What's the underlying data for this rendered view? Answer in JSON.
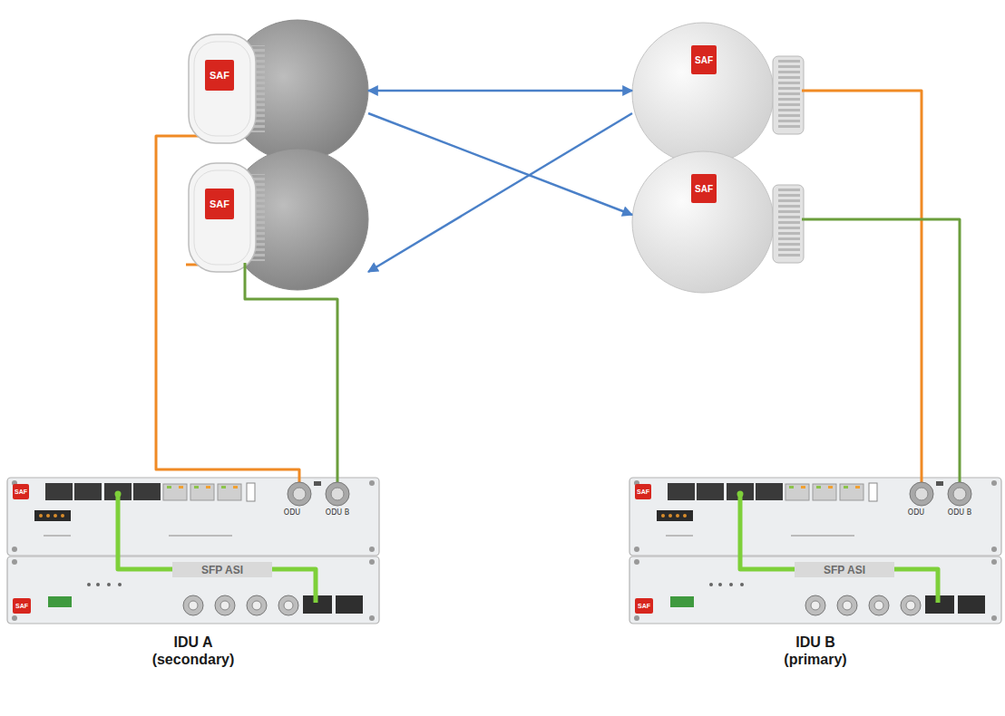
{
  "diagram": {
    "nodes": [
      {
        "text": [
          "SAF"
        ]
      },
      {
        "text": [
          "SAF"
        ]
      },
      {
        "text": [
          "SAF"
        ]
      },
      {
        "text": [
          "SAF"
        ]
      },
      {
        "text": [
          "IDU A (secondary)"
        ]
      },
      {
        "text": [
          "IDU B (primary)"
        ]
      }
    ],
    "edges": [
      {
        "from": 0,
        "to": 1,
        "arrow": "both"
      },
      {
        "from": 0,
        "to": 3,
        "arrow": "to"
      },
      {
        "from": 1,
        "to": 2,
        "arrow": "to"
      },
      {
        "from": 0,
        "to": 4,
        "arrow": "none"
      },
      {
        "from": 2,
        "to": 4,
        "arrow": "none"
      },
      {
        "from": 1,
        "to": 5,
        "arrow": "none"
      },
      {
        "from": 3,
        "to": 5,
        "arrow": "none"
      }
    ],
    "labels": [
      "SAF",
      "ODU",
      "ODU B",
      "SFP ASI",
      "SAF",
      "SAF",
      "ODU",
      "ODU B",
      "SFP ASI",
      "SAF"
    ]
  }
}
